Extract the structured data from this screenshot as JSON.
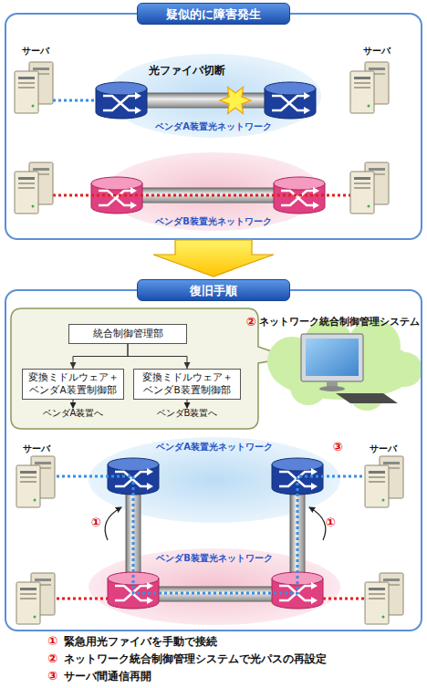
{
  "diagram": {
    "nodes": [
      {
        "text": [
          "疑似的に障害発生"
        ]
      },
      {
        "text": [
          "ベンダA装置光ネットワーク"
        ],
        "in": 0
      },
      {
        "text": [
          "ベンダB装置光ネットワーク"
        ],
        "in": 0
      },
      {
        "text": [
          "復旧手順"
        ]
      },
      {
        "text": [
          "統合制御管理部"
        ],
        "in": 3
      },
      {
        "text": [
          "変換ミドルウェア＋ ベンダA装置制御部"
        ],
        "in": 3
      },
      {
        "text": [
          "変換ミドルウェア＋ ベンダB装置制御部"
        ],
        "in": 3
      },
      {
        "text": [
          "ベンダA装置光ネットワーク"
        ],
        "in": 3
      },
      {
        "text": [
          "ベンダB装置光ネットワーク"
        ],
        "in": 3
      }
    ],
    "edges": [
      {
        "from": 4,
        "to": 5,
        "arrow": "to"
      },
      {
        "from": 4,
        "to": 6,
        "arrow": "to"
      }
    ],
    "labels": [
      "サーバ",
      "サーバ",
      "光ファイバ切断",
      "②",
      "ネットワーク統合制御管理システム",
      "ベンダA装置へ",
      "ベンダB装置へ",
      "サーバ",
      "サーバ",
      "③",
      "①",
      "①",
      "①",
      "緊急用光ファイバを手動で接続",
      "②",
      "ネットワーク統合制御管理システムで光パスの再設定",
      "③",
      "サーバ間通信再開"
    ]
  }
}
